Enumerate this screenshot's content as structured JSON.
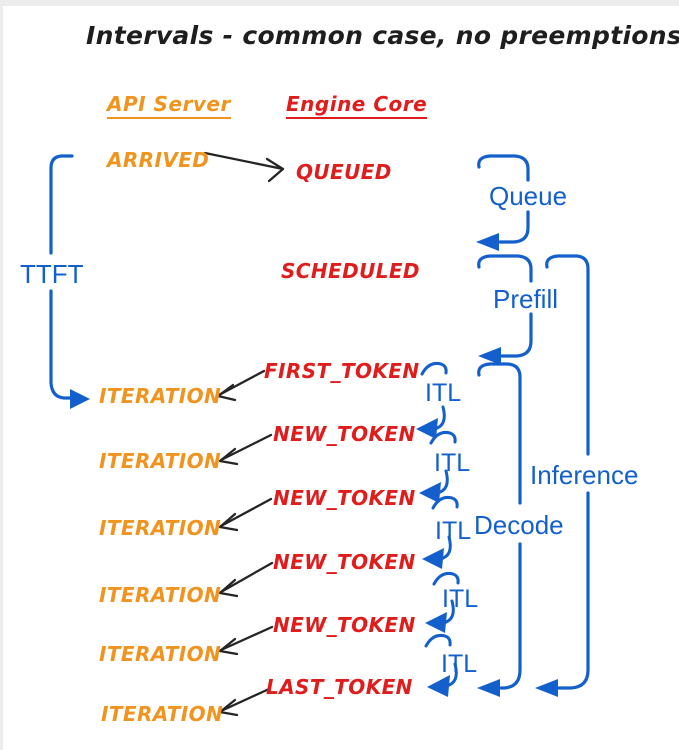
{
  "title": "Intervals - common case, no preemptions",
  "columns": {
    "api_server": "API Server",
    "engine_core": "Engine Core"
  },
  "api_events": {
    "arrived": "ARRIVED",
    "iterations": [
      "ITERATION",
      "ITERATION",
      "ITERATION",
      "ITERATION",
      "ITERATION",
      "ITERATION"
    ]
  },
  "engine_events": {
    "queued": "QUEUED",
    "scheduled": "SCHEDULED",
    "first_token": "FIRST_TOKEN",
    "new_tokens": [
      "NEW_TOKEN",
      "NEW_TOKEN",
      "NEW_TOKEN",
      "NEW_TOKEN"
    ],
    "last_token": "LAST_TOKEN"
  },
  "intervals": {
    "ttft": "TTFT",
    "queue": "Queue",
    "prefill": "Prefill",
    "itl": [
      "ITL",
      "ITL",
      "ITL",
      "ITL",
      "ITL"
    ],
    "decode": "Decode",
    "inference": "Inference"
  },
  "colors": {
    "api_orange": "#F0941F",
    "engine_red": "#E01D1D",
    "interval_blue": "#1360CC",
    "ink_black": "#252525",
    "background": "#FFFFFF"
  }
}
